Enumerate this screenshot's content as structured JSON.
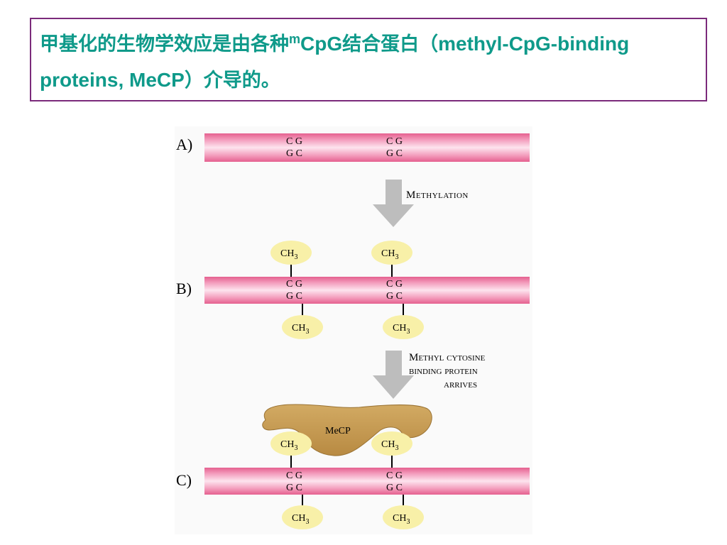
{
  "title": {
    "part1": "甲基化的生物学效应是由各种",
    "sup": "m",
    "part2": "CpG",
    "part3": "结合蛋白（",
    "part4": "methyl-CpG-binding proteins, MeCP",
    "part5": "）介导的。"
  },
  "figure": {
    "panels": [
      {
        "label": "A)"
      },
      {
        "label": "B)"
      },
      {
        "label": "C)"
      }
    ],
    "pair_top": "C G",
    "pair_bottom": "G C",
    "methyl_main": "CH",
    "methyl_sub": "3",
    "arrow1_label": "Methylation",
    "arrow2_label_lines": [
      "Methyl cytosine",
      "binding protein",
      "arrives"
    ],
    "protein_label": "MeCP"
  },
  "colors": {
    "title_text": "#0f9a8a",
    "title_border": "#7b2a7b",
    "dna_pink": "#e8699a",
    "dna_light": "#fbd3e2",
    "methyl_fill": "#f8f0a8",
    "protein_fill": "#c49a52",
    "arrow_gray": "#bdbdbd"
  }
}
